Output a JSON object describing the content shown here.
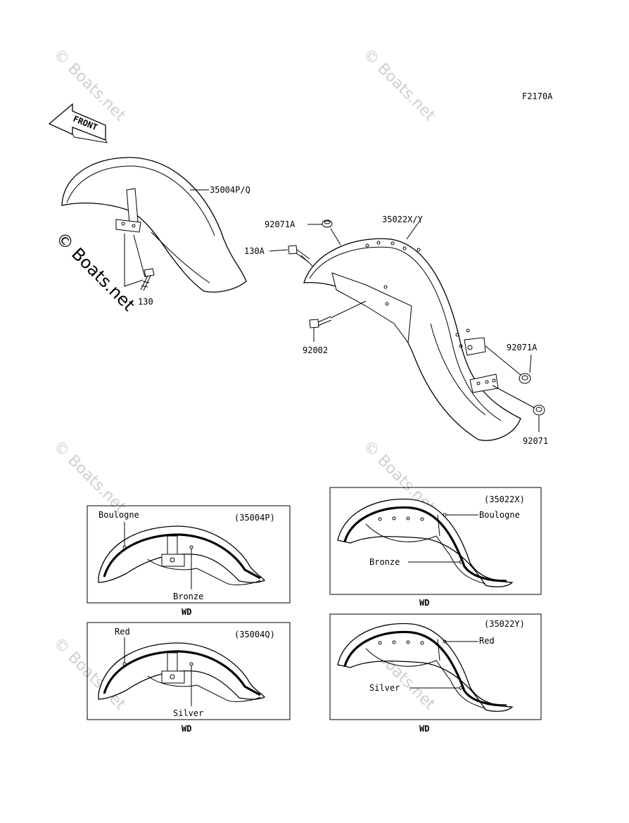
{
  "figure_code": "F2170A",
  "front_arrow": {
    "label": "FRONT",
    "icon": "front-direction-arrow-icon"
  },
  "watermark": {
    "text": "© Boats.net"
  },
  "callouts": {
    "front_fender": "35004P/Q",
    "bolt_front": "130",
    "rear_fender": "35022X/Y",
    "nut_top": "92071A",
    "bolt_rear": "130A",
    "bolt_lower": "92002",
    "nut_right": "92071A",
    "nut_bottom": "92071"
  },
  "panels": [
    {
      "code": "(35004P)",
      "stripe_label": "Boulogne",
      "body_label": "Bronze",
      "caption": "WD"
    },
    {
      "code": "(35004Q)",
      "stripe_label": "Red",
      "body_label": "Silver",
      "caption": "WD"
    },
    {
      "code": "(35022X)",
      "stripe_label": "Boulogne",
      "body_label": "Bronze",
      "caption": "WD"
    },
    {
      "code": "(35022Y)",
      "stripe_label": "Red",
      "body_label": "Silver",
      "caption": "WD"
    }
  ]
}
